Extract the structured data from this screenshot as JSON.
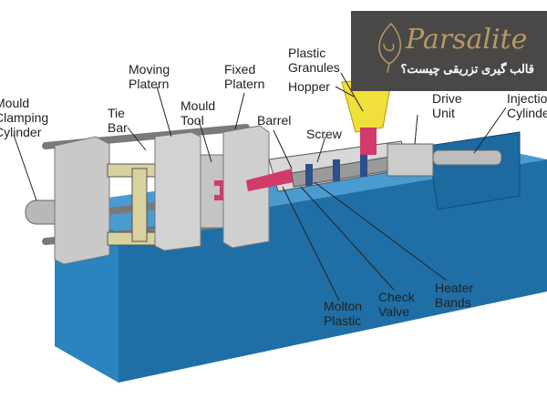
{
  "labels": {
    "mould_clamping_cylinder": "Mould\nClamping\nCylinder",
    "tie_bar": "Tie\nBar",
    "moving_platern": "Moving\nPlatern",
    "mould_tool": "Mould\nTool",
    "fixed_platern": "Fixed\nPlatern",
    "barrel": "Barrel",
    "screw": "Screw",
    "plastic_granules": "Plastic\nGranules",
    "hopper": "Hopper",
    "drive_unit": "Drive\nUnit",
    "injection_cylinder": "Injection\nCylinder",
    "molton_plastic": "Molton\nPlastic",
    "check_valve": "Check\nValve",
    "heater_bands": "Heater\nBands"
  },
  "watermark": {
    "brand": "Parsalite",
    "subtitle": "قالب گیری تزریقی چیست؟"
  },
  "colors": {
    "base": "#2a7fb8",
    "platen": "#c8c8c8",
    "hopper": "#f2e03a",
    "plastic": "#d23a6a",
    "watermark_bg": "#4a4846",
    "watermark_gold": "#b59a63"
  }
}
